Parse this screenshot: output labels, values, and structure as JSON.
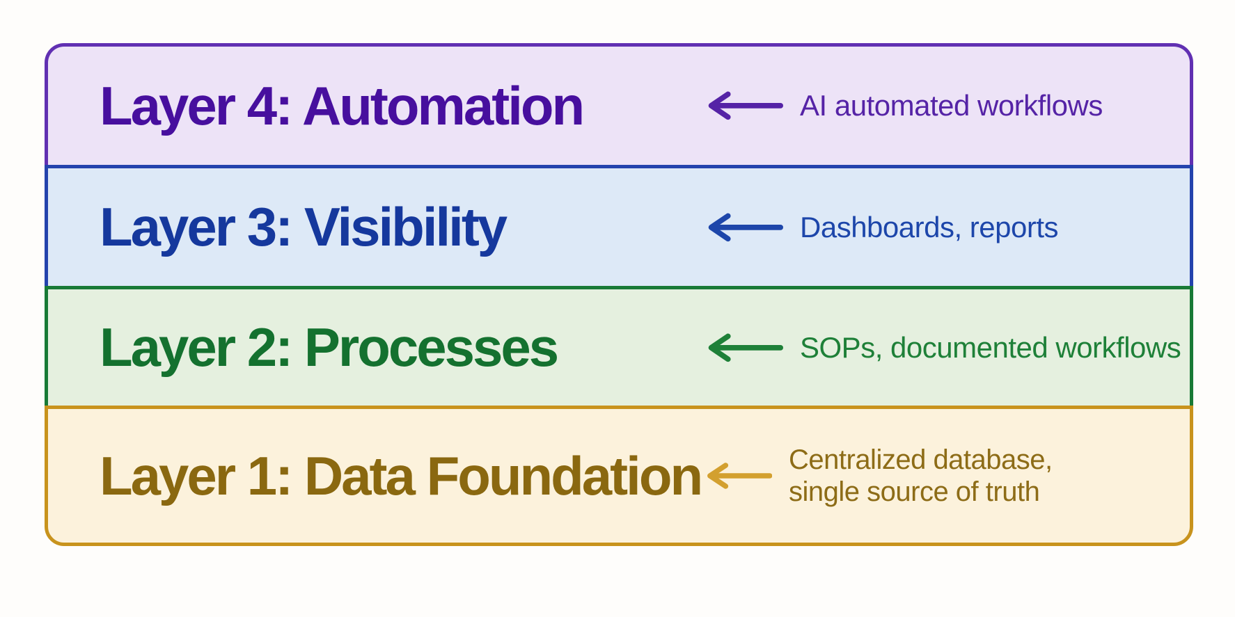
{
  "diagram": {
    "name": "business-systems-layer-stack",
    "layers": [
      {
        "id": "layer-4",
        "title": "Layer 4: Automation",
        "annotation": "AI automated workflows",
        "colors": {
          "background": "#ede3f7",
          "border": "#6130b2",
          "title_text": "#470f9e",
          "annotation_text": "#5523a6",
          "arrow": "#5523a6"
        }
      },
      {
        "id": "layer-3",
        "title": "Layer 3: Visibility",
        "annotation": "Dashboards, reports",
        "colors": {
          "background": "#dde9f7",
          "border": "#2443ad",
          "title_text": "#15389d",
          "annotation_text": "#1d46aa",
          "arrow": "#1d46aa"
        }
      },
      {
        "id": "layer-2",
        "title": "Layer 2: Processes",
        "annotation": "SOPs, documented workflows",
        "colors": {
          "background": "#e5f0df",
          "border": "#187a36",
          "title_text": "#14712f",
          "annotation_text": "#1e8038",
          "arrow": "#1e8038"
        }
      },
      {
        "id": "layer-1",
        "title": "Layer 1: Data Foundation",
        "annotation": "Centralized database,\nsingle source of truth",
        "colors": {
          "background": "#fcf2dc",
          "border": "#c8931d",
          "title_text": "#8a6810",
          "annotation_text": "#8d6c17",
          "arrow": "#d3a02f"
        }
      }
    ],
    "icons": [
      {
        "name": "left-arrow-icon",
        "meaning": "points from annotation to layer title"
      }
    ],
    "page_background": "#fefdfb"
  }
}
